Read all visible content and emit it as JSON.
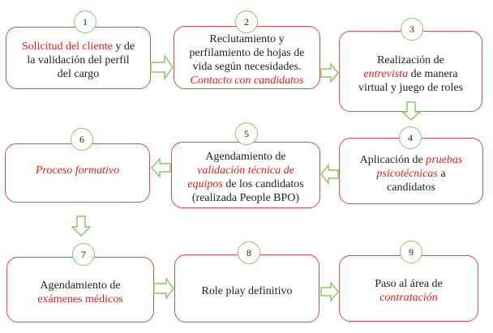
{
  "colors": {
    "box_border": "#e0484b",
    "circle_border": "#8cc866",
    "arrow": "#8cc866",
    "highlight_text": "#e02020"
  },
  "steps": [
    {
      "number": "1",
      "lines": [
        [
          {
            "t": "Solicitud del cliente",
            "red": true
          },
          {
            "t": " y de"
          }
        ],
        [
          {
            "t": "la validación del perfil"
          }
        ],
        [
          {
            "t": "del cargo"
          }
        ]
      ]
    },
    {
      "number": "2",
      "lines": [
        [
          {
            "t": "Reclutamiento y"
          }
        ],
        [
          {
            "t": "perfilamiento de hojas de"
          }
        ],
        [
          {
            "t": "vida según necesidades."
          }
        ],
        [
          {
            "t": "Contacto con candidatos",
            "red": true,
            "it": true
          }
        ]
      ]
    },
    {
      "number": "3",
      "lines": [
        [
          {
            "t": "Realización de"
          }
        ],
        [
          {
            "t": "entrevista",
            "red": true,
            "it": true
          },
          {
            "t": " de manera"
          }
        ],
        [
          {
            "t": "virtual y juego de roles"
          }
        ]
      ]
    },
    {
      "number": "4",
      "lines": [
        [
          {
            "t": "Aplicación de "
          },
          {
            "t": "pruebas",
            "red": true,
            "it": true
          }
        ],
        [
          {
            "t": "psicotécnicas",
            "red": true,
            "it": true
          },
          {
            "t": " a"
          }
        ],
        [
          {
            "t": "candidatos"
          }
        ]
      ]
    },
    {
      "number": "5",
      "lines": [
        [
          {
            "t": "Agendamiento de"
          }
        ],
        [
          {
            "t": "validación técnica de",
            "red": true,
            "it": true
          }
        ],
        [
          {
            "t": "equipos",
            "red": true,
            "it": true
          },
          {
            "t": " de los candidatos"
          }
        ],
        [
          {
            "t": "(realizada People BPO)"
          }
        ]
      ]
    },
    {
      "number": "6",
      "lines": [
        [
          {
            "t": "Proceso formativo",
            "red": true,
            "it": true
          }
        ]
      ]
    },
    {
      "number": "7",
      "lines": [
        [
          {
            "t": "Agendamiento de"
          }
        ],
        [
          {
            "t": "exámenes médicos",
            "red": true
          }
        ]
      ]
    },
    {
      "number": "8",
      "lines": [
        [
          {
            "t": "Role play definitivo"
          }
        ]
      ]
    },
    {
      "number": "9",
      "lines": [
        [
          {
            "t": "Paso al área de"
          }
        ],
        [
          {
            "t": "contratación",
            "red": true,
            "it": true
          }
        ]
      ]
    }
  ]
}
